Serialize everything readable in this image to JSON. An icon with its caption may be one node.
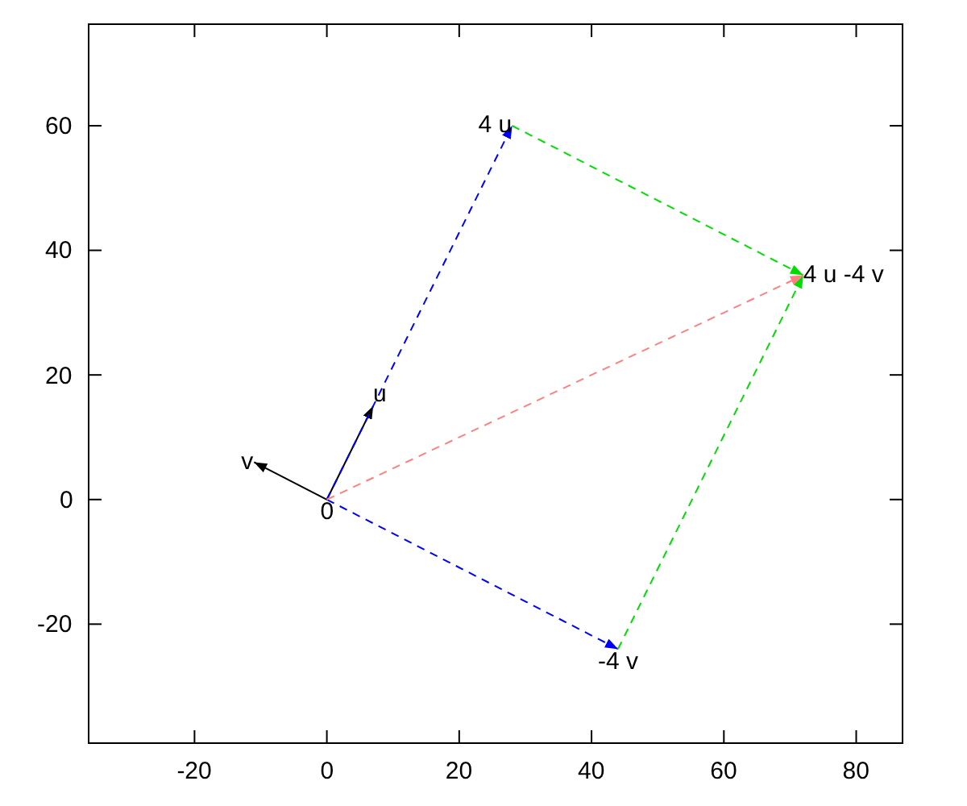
{
  "diagram": {
    "nodes": [
      {
        "text": [
          "0"
        ]
      },
      {
        "text": [
          "u"
        ]
      },
      {
        "text": [
          "v"
        ]
      },
      {
        "text": [
          "4 u"
        ]
      },
      {
        "text": [
          "-4 v"
        ]
      },
      {
        "text": [
          "4 u -4 v"
        ]
      }
    ],
    "edges": [
      {
        "from": 0,
        "to": 1,
        "arrow": "to"
      },
      {
        "from": 0,
        "to": 2,
        "arrow": "to"
      },
      {
        "from": 0,
        "to": 3,
        "arrow": "to",
        "style": "dashed",
        "color": "#0000ff"
      },
      {
        "from": 0,
        "to": 4,
        "arrow": "to",
        "style": "dashed",
        "color": "#0000ff"
      },
      {
        "from": 3,
        "to": 5,
        "arrow": "to",
        "style": "dashed",
        "color": "#00dd00"
      },
      {
        "from": 4,
        "to": 5,
        "arrow": "to",
        "style": "dashed",
        "color": "#00dd00"
      },
      {
        "from": 0,
        "to": 5,
        "arrow": "to",
        "style": "dashed",
        "color": "#ff8080"
      }
    ],
    "labels": [
      "60",
      "40",
      "20",
      "0",
      "-20",
      "-20",
      "0",
      "20",
      "40",
      "60",
      "80"
    ]
  }
}
